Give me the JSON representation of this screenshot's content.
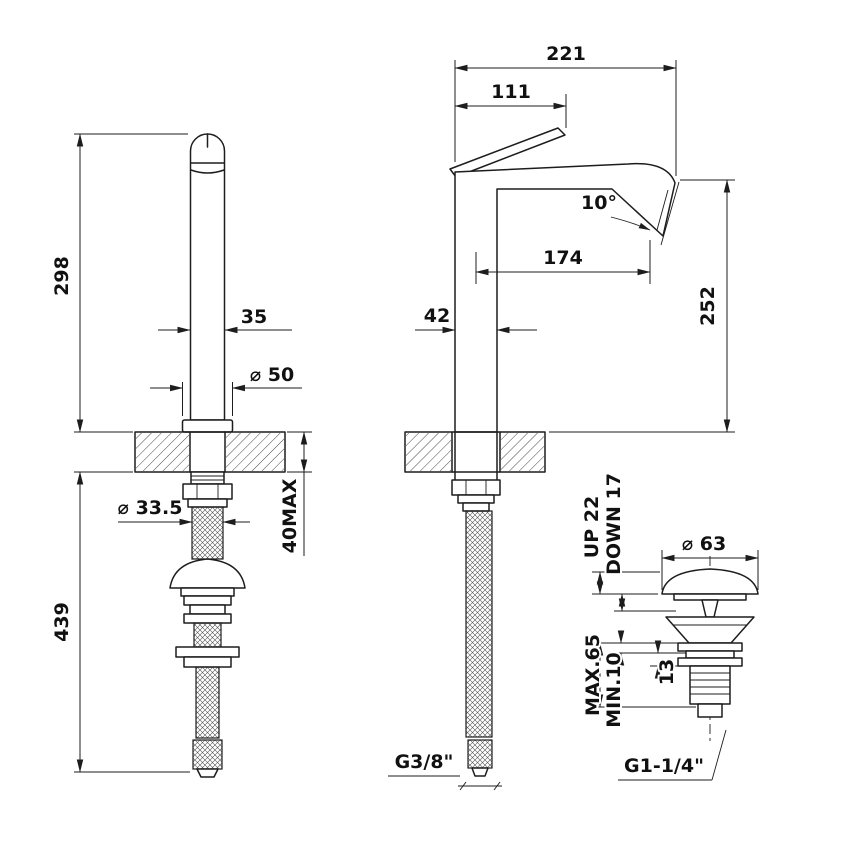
{
  "page": {
    "background": "#ffffff",
    "line_color": "#1d1d1d"
  },
  "dims": {
    "front": {
      "height_above_deck": "298",
      "body_width": "35",
      "base_diameter": "⌀ 50",
      "shank_diameter": "⌀ 33.5",
      "deck_thickness_max": "40MAX",
      "length_below_deck": "439"
    },
    "side": {
      "overall_depth": "221",
      "handle_depth": "111",
      "spout_reach": "174",
      "body_depth": "42",
      "spout_height": "252",
      "aerator_angle": "10°",
      "inlet_thread": "G3/8\""
    },
    "drain": {
      "up_travel": "UP 22",
      "down_travel": "DOWN 17",
      "cap_diameter": "⌀ 63",
      "deck_max": "MAX.65",
      "deck_min": "MIN.10",
      "flange_height": "13",
      "waste_thread": "G1-1/4\""
    }
  }
}
